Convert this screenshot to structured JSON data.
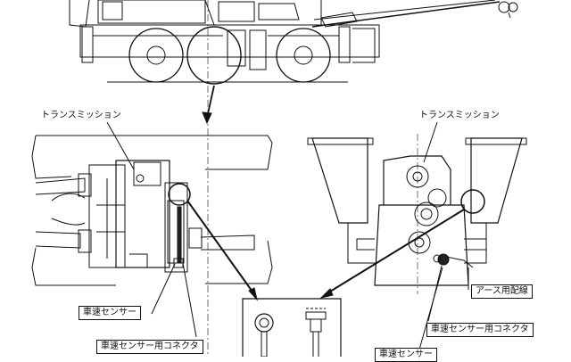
{
  "labels": {
    "transmission_left": "トランスミッション",
    "transmission_right": "トランスミッション",
    "speed_sensor_left": "車速センサー",
    "speed_sensor_connector_left": "車速センサー用コネクタ",
    "earth_wiring": "アース用配線",
    "speed_sensor_connector_right": "車速センサー用コネクタ",
    "speed_sensor_right": "車速センサー"
  }
}
